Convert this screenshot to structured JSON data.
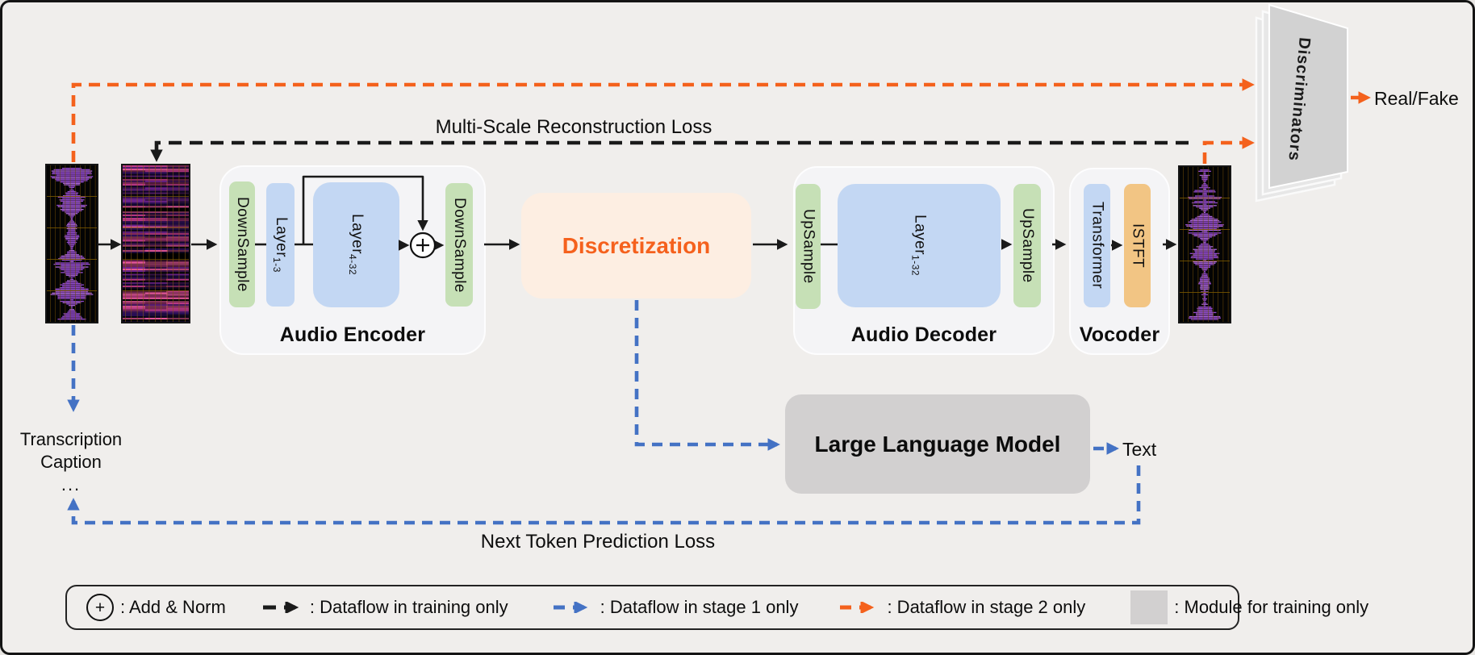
{
  "losses": {
    "reconstruction": "Multi-Scale Reconstruction Loss",
    "next_token": "Next Token Prediction Loss"
  },
  "encoder": {
    "title": "Audio Encoder",
    "downsample_in": "DownSample",
    "layer_front": {
      "text": "Layer",
      "sub": "1-3"
    },
    "layer_back": {
      "text": "Layer",
      "sub": "4-32"
    },
    "downsample_out": "DownSample"
  },
  "discretization": {
    "label": "Discretization"
  },
  "decoder": {
    "title": "Audio Decoder",
    "upsample_in": "UpSample",
    "layer": {
      "text": "Layer",
      "sub": "1-32"
    },
    "upsample_out": "UpSample"
  },
  "vocoder": {
    "title": "Vocoder",
    "transformer": "Transformer",
    "istft": "ISTFT"
  },
  "llm": {
    "label": "Large Language Model"
  },
  "discriminators": {
    "label": "Discriminators"
  },
  "outputs": {
    "real_fake": "Real/Fake",
    "text": "Text"
  },
  "inputs": {
    "transcription": "Transcription",
    "caption": "Caption",
    "ellipsis": "..."
  },
  "legend": {
    "add_norm_symbol": "+",
    "add_norm": ": Add & Norm",
    "training": ": Dataflow in training only",
    "stage1": ": Dataflow in stage 1 only",
    "stage2": ": Dataflow in stage 2 only",
    "module": ": Module for training only"
  },
  "colors": {
    "orange_flow": "#f4611c",
    "blue_flow": "#4472c4",
    "black_flow": "#1a1a1a",
    "green_box": "#c6e0b6",
    "blue_box": "#c3d7f3",
    "cream_box": "#fdeee2",
    "tan_box": "#f2c584",
    "module_gray": "#d2d0d0",
    "background": "#f0eeec"
  }
}
